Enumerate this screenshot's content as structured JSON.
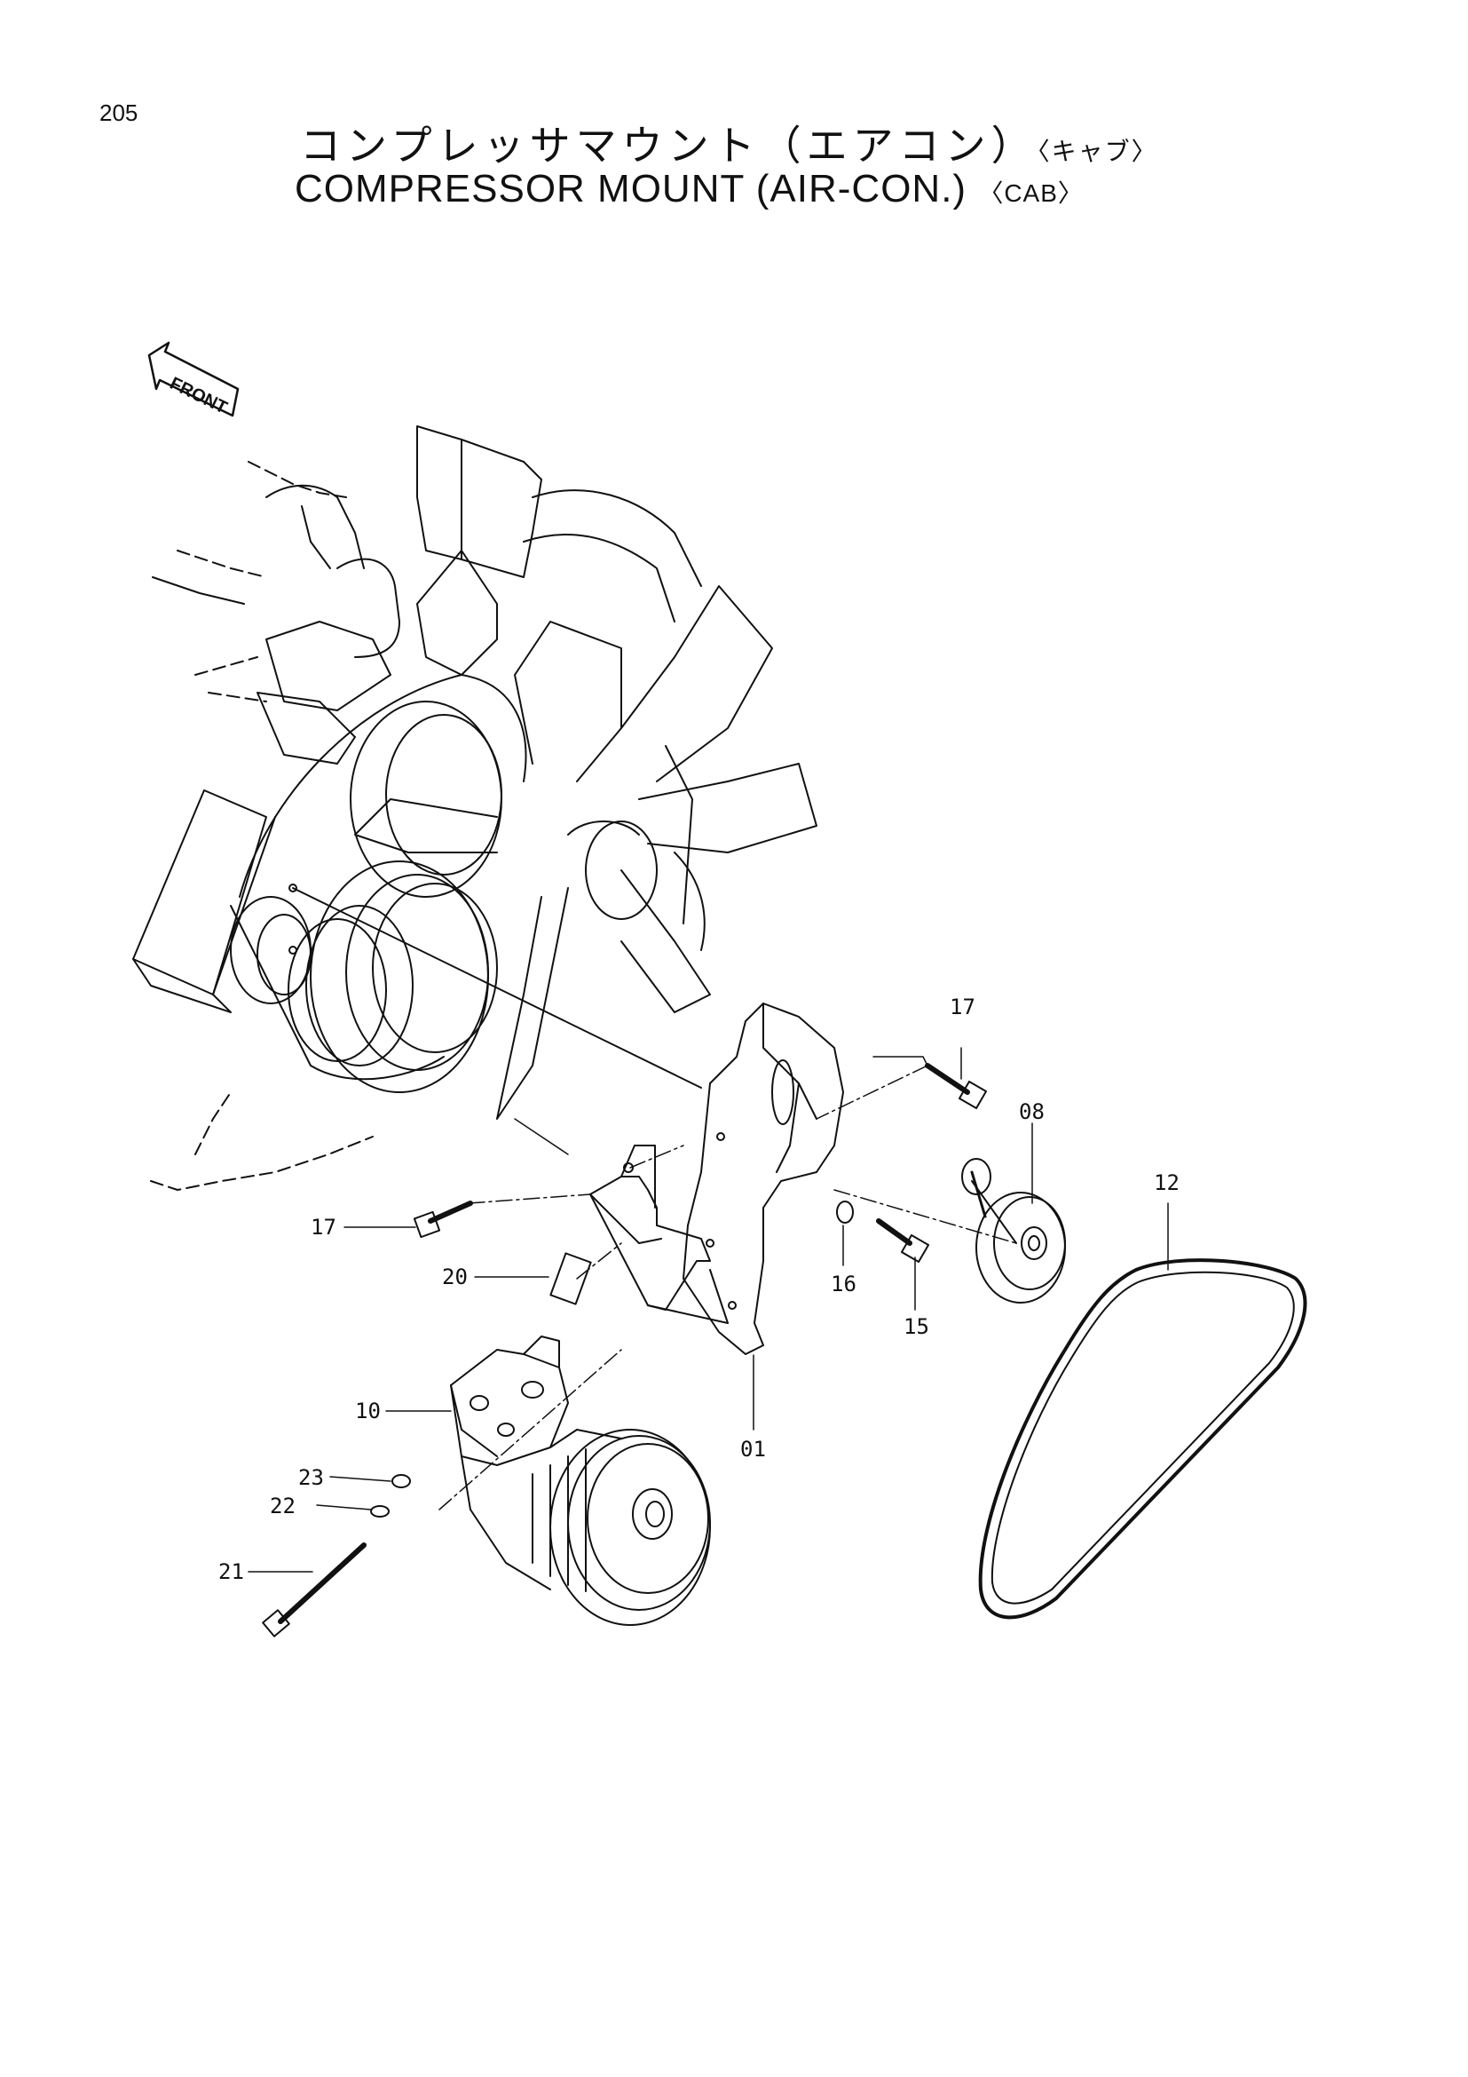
{
  "page_number": "205",
  "title_jp": "コンプレッサマウント（エアコン）",
  "title_jp_suffix": "〈キャブ〉",
  "title_en": "COMPRESSOR MOUNT (AIR-CON.)",
  "title_en_suffix": "〈CAB〉",
  "front_label": "FRONT",
  "callouts": {
    "c17a": "17",
    "c08": "08",
    "c12": "12",
    "c17b": "17",
    "c20": "20",
    "c16": "16",
    "c15": "15",
    "c10": "10",
    "c01": "01",
    "c23": "23",
    "c22": "22",
    "c21": "21"
  }
}
